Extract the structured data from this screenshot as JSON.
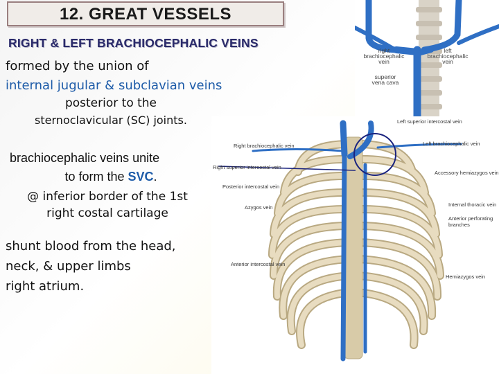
{
  "slide": {
    "title": "12. GREAT VESSELS",
    "subtitle": "RIGHT & LEFT BRACHIOCEPHALIC VEINS",
    "line1": "formed by the union of",
    "line2": "internal jugular & subclavian veins",
    "line3": "posterior to the",
    "line4": "sternoclavicular (SC) joints.",
    "line5": "brachiocephalic veins unite",
    "line6_pre": "to form the ",
    "line6_svc": "SVC",
    "line6_post": ".",
    "line7": "@ inferior border of the 1st",
    "line8": "right costal cartilage",
    "line9": "shunt blood from the head,",
    "line10": "neck, & upper limbs",
    "line11": "right atrium."
  },
  "top_figure": {
    "right_label_1": "right",
    "right_label_2": "brachiocephalic",
    "right_label_3": "vein",
    "left_label_1": "left",
    "left_label_2": "brachiocephalic",
    "left_label_3": "vein",
    "svc_label_1": "superior",
    "svc_label_2": "vena cava"
  },
  "main_figure": {
    "labels": {
      "left_superior_intercostal": "Left superior intercostal vein",
      "right_brachiocephalic": "Right brachiocephalic vein",
      "left_brachiocephalic": "Left brachiocephalic vein",
      "right_superior_intercostal": "Right superior intercostal vein",
      "accessory_hemiazygos": "Accessory hemiazygos vein",
      "posterior_intercostal": "Posterior intercostal vein",
      "azygos": "Azygos vein",
      "internal_thoracic": "Internal thoracic vein",
      "anterior_perforating_1": "Anterior perforating",
      "anterior_perforating_2": "branches",
      "anterior_intercostal": "Anterior intercostal vein",
      "hemiazygos": "Hemiazygos vein"
    }
  },
  "colors": {
    "vein": "#2f6fc4",
    "bone": "#e8dcc0",
    "bone_shade": "#b9a982",
    "title_box": "#f0ece8",
    "highlight_blue": "#1d5ba8"
  }
}
